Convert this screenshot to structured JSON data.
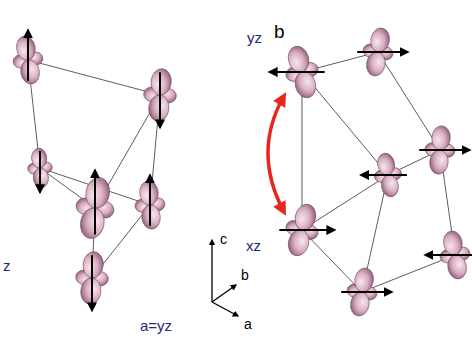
{
  "diagram": {
    "labels": [
      "b",
      "yz",
      "xz",
      "c",
      "b",
      "a",
      "z",
      "a=yz"
    ]
  }
}
